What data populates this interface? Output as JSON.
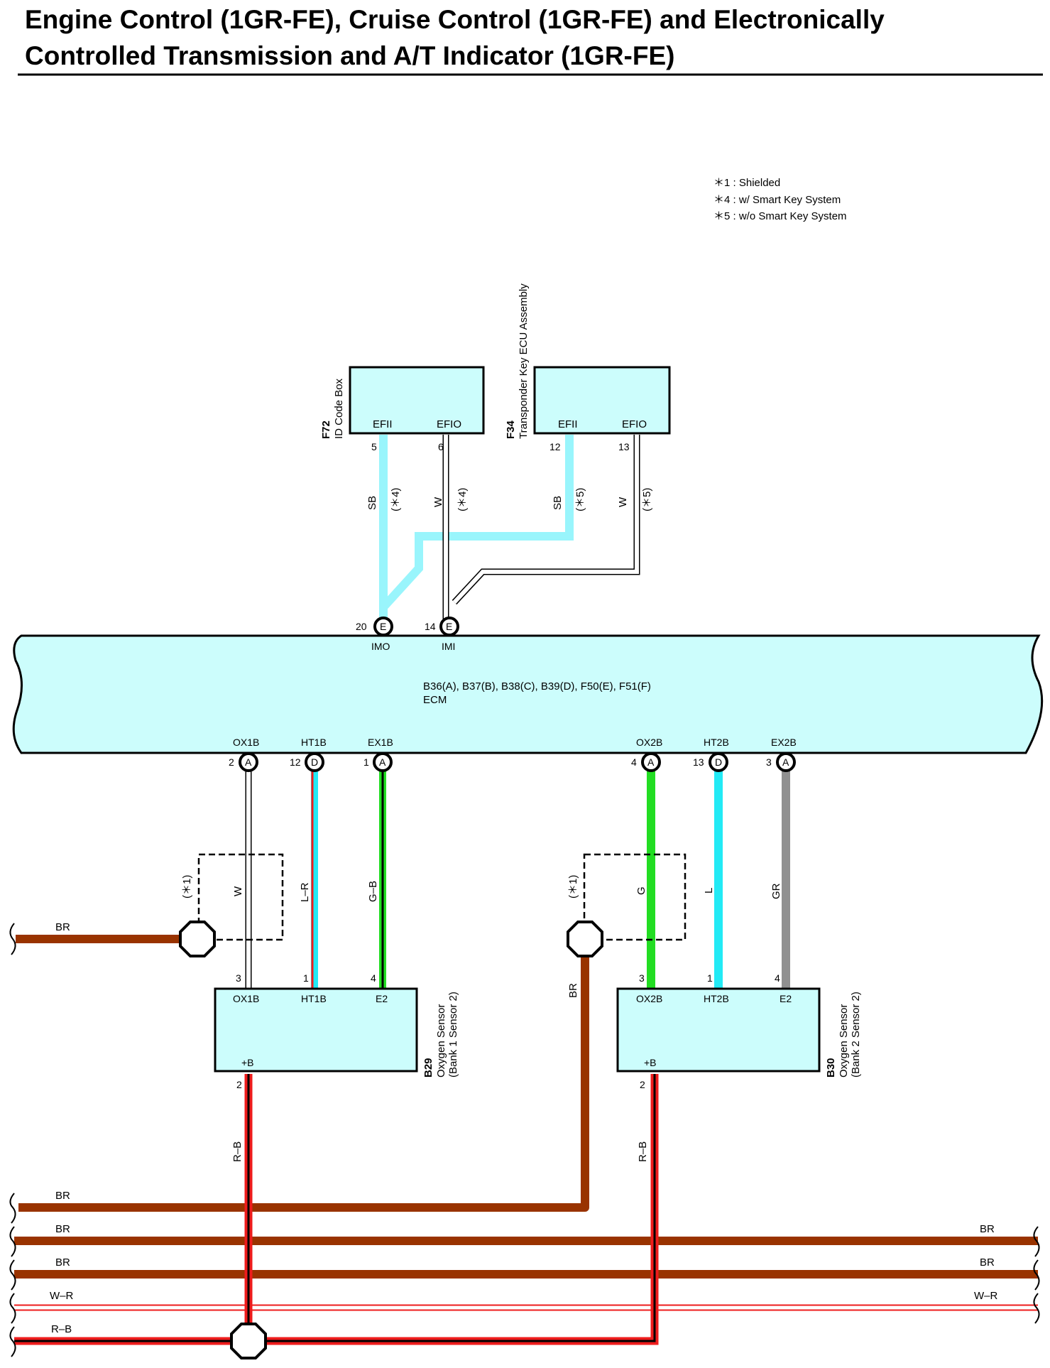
{
  "title": {
    "line1": "Engine Control (1GR-FE), Cruise Control (1GR-FE) and Electronically",
    "line2": "Controlled Transmission and A/T Indicator (1GR-FE)"
  },
  "legend": [
    "＊1 : Shielded",
    "＊4 : w/ Smart Key System",
    "＊5 : w/o Smart Key System"
  ],
  "colors": {
    "sb": "#99f5fc",
    "cyan": "#ccfdfc",
    "white": "#ffffff",
    "red": "#ee1c1c",
    "green": "#22dd22",
    "blue_l": "#22eaf5",
    "gray": "#909090",
    "brown": "#993300",
    "black": "#000000"
  },
  "components": {
    "f72": {
      "code": "F72",
      "name": "ID Code Box",
      "pin_a": "EFII",
      "pin_b": "EFIO",
      "num_a": "5",
      "num_b": "6"
    },
    "f34": {
      "code": "F34",
      "name": "Transponder Key ECU Assembly",
      "pin_a": "EFII",
      "pin_b": "EFIO",
      "num_a": "12",
      "num_b": "13"
    },
    "ecm": {
      "connectors": "B36(A), B37(B), B38(C), B39(D), F50(E), F51(F)",
      "name": "ECM",
      "top_pins": [
        {
          "num": "20",
          "conn": "E",
          "label": "IMO"
        },
        {
          "num": "14",
          "conn": "E",
          "label": "IMI"
        }
      ],
      "bottom_pins": [
        {
          "num": "2",
          "conn": "A",
          "label": "OX1B"
        },
        {
          "num": "12",
          "conn": "D",
          "label": "HT1B"
        },
        {
          "num": "1",
          "conn": "A",
          "label": "EX1B"
        },
        {
          "num": "4",
          "conn": "A",
          "label": "OX2B"
        },
        {
          "num": "13",
          "conn": "D",
          "label": "HT2B"
        },
        {
          "num": "3",
          "conn": "A",
          "label": "EX2B"
        }
      ]
    },
    "b29": {
      "code": "B29",
      "name": "Oxygen Sensor",
      "sub": "(Bank 1 Sensor 2)",
      "pins": [
        "OX1B",
        "HT1B",
        "E2"
      ],
      "nums": [
        "3",
        "1",
        "4"
      ],
      "plus": "+B",
      "plus_num": "2"
    },
    "b30": {
      "code": "B30",
      "name": "Oxygen Sensor",
      "sub": "(Bank 2 Sensor 2)",
      "pins": [
        "OX2B",
        "HT2B",
        "E2"
      ],
      "nums": [
        "3",
        "1",
        "4"
      ],
      "plus": "+B",
      "plus_num": "2"
    }
  },
  "wires": {
    "upper": [
      {
        "color": "SB",
        "note": "(＊4)"
      },
      {
        "color": "W",
        "note": "(＊4)"
      },
      {
        "color": "SB",
        "note": "(＊5)"
      },
      {
        "color": "W",
        "note": "(＊5)"
      }
    ],
    "shield_1": "(＊1)",
    "shield_2": "(＊1)",
    "b29_wires": [
      "W",
      "L–R",
      "G–B"
    ],
    "b30_wires": [
      "G",
      "L",
      "GR"
    ],
    "br_left": "BR",
    "br_vertical": "BR",
    "rb_1": "R–B",
    "rb_2": "R–B",
    "buses": [
      {
        "left": "BR",
        "right": ""
      },
      {
        "left": "BR",
        "right": "BR"
      },
      {
        "left": "BR",
        "right": "BR"
      },
      {
        "left": "W–R",
        "right": "W–R"
      },
      {
        "left": "R–B",
        "right": ""
      }
    ]
  }
}
